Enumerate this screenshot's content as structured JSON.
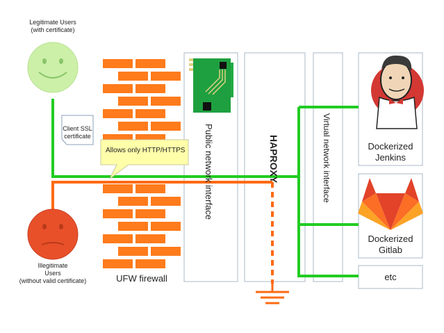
{
  "users": {
    "legit_title": "Legitimate Users",
    "legit_sub": "(with certificate)",
    "illegit_title": "Illegitimate",
    "illegit_mid": "Users",
    "illegit_sub": "(without valid certificate)"
  },
  "certificate": {
    "line1": "Client SSL",
    "line2": "certificate"
  },
  "callout": {
    "text": "Allows only HTTP/HTTPS"
  },
  "firewall": {
    "label": "UFW firewall"
  },
  "public_nic": {
    "label": "Public network interface"
  },
  "haproxy": {
    "label": "HAPROXY"
  },
  "virtual_nic": {
    "label": "Virtual network interface"
  },
  "services": [
    {
      "line1": "Dockerized",
      "line2": "Jenkins"
    },
    {
      "line1": "Dockerized",
      "line2": "Gitlab"
    },
    {
      "line1": "etc",
      "line2": ""
    }
  ],
  "colors": {
    "allowed_line": "#22cc22",
    "blocked_line": "#ff6a13",
    "brick": "#ff7b1c",
    "smiley_green": "#ccf0a8",
    "smiley_red": "#e8502a",
    "callout_fill": "#ffffaa",
    "panel_border": "#a8b8c8"
  },
  "icons": {
    "legit_user": "happy-smiley-icon",
    "illegit_user": "sad-smiley-icon",
    "nic": "network-card-icon",
    "jenkins": "jenkins-butler-icon",
    "gitlab": "gitlab-fox-icon",
    "ground": "ground-symbol-icon"
  }
}
